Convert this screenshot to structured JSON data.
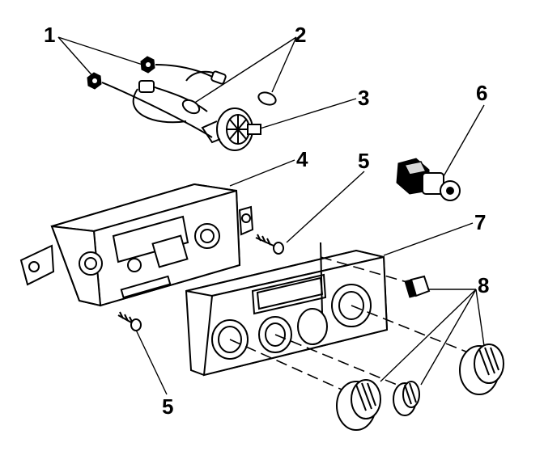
{
  "callouts": [
    {
      "id": "1a",
      "text": "1"
    },
    {
      "id": "2",
      "text": "2"
    },
    {
      "id": "3",
      "text": "3"
    },
    {
      "id": "4",
      "text": "4"
    },
    {
      "id": "5a",
      "text": "5"
    },
    {
      "id": "6",
      "text": "6"
    },
    {
      "id": "7",
      "text": "7"
    },
    {
      "id": "8",
      "text": "8"
    },
    {
      "id": "5b",
      "text": "5"
    }
  ]
}
